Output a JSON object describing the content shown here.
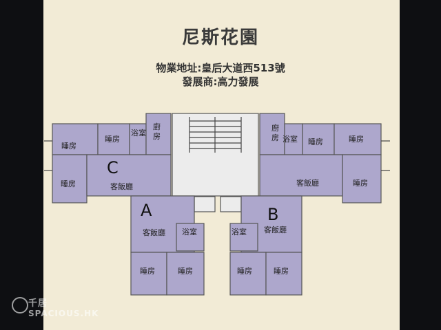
{
  "title": "尼斯花園",
  "address": "物業地址:皇后大道西513號",
  "developer": "發展商:高力發展",
  "units": {
    "a": "A",
    "b": "B",
    "c": "C"
  },
  "rooms": {
    "bedroom": "睡房",
    "living": "客飯廳",
    "bath": "浴室",
    "kitchen_a": "廚",
    "kitchen_b": "房"
  },
  "watermark": {
    "cn": "千居",
    "en": "SPACIOUS.HK"
  },
  "colors": {
    "plan_background": "#f2ebd6",
    "room_fill": "#ada7cc",
    "outer_background": "#0e0f12"
  }
}
